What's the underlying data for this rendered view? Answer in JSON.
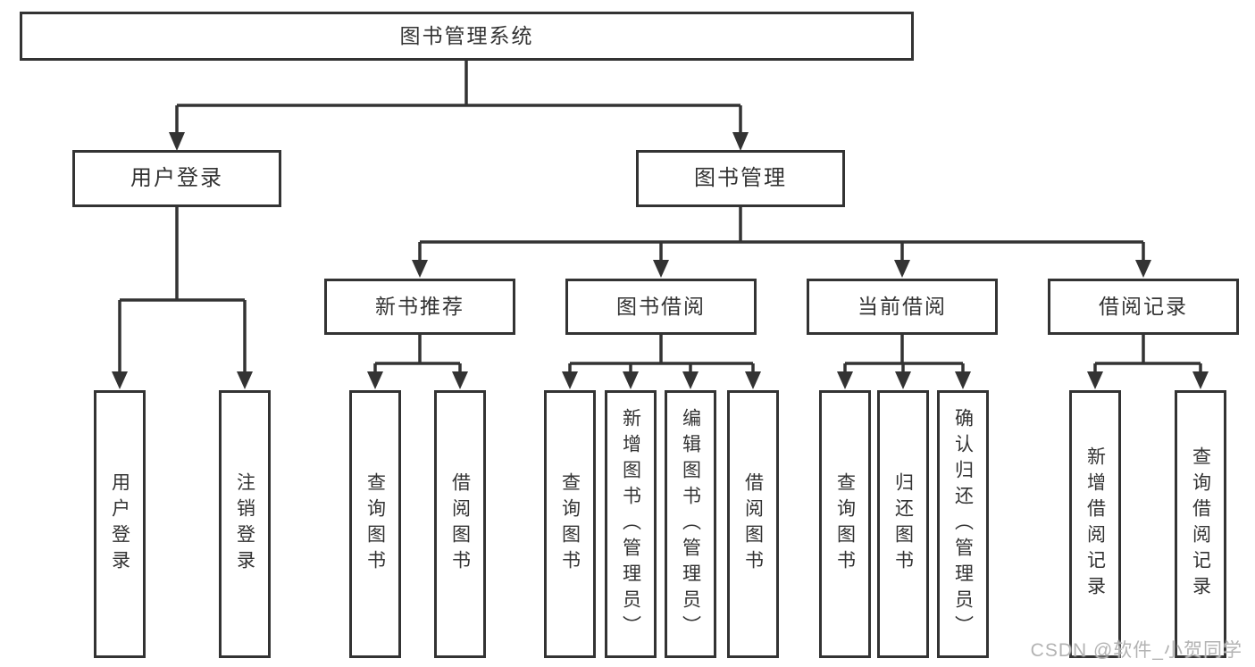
{
  "tree": {
    "root": {
      "label": "图书管理系统"
    },
    "branches": [
      {
        "label": "用户登录",
        "children": [
          {
            "label": "用户登录"
          },
          {
            "label": "注销登录"
          }
        ]
      },
      {
        "label": "图书管理",
        "children": [
          {
            "label": "新书推荐",
            "children": [
              {
                "label": "查询图书"
              },
              {
                "label": "借阅图书"
              }
            ]
          },
          {
            "label": "图书借阅",
            "children": [
              {
                "label": "查询图书"
              },
              {
                "label": "新增图书（管理员）"
              },
              {
                "label": "编辑图书（管理员）"
              },
              {
                "label": "借阅图书"
              }
            ]
          },
          {
            "label": "当前借阅",
            "children": [
              {
                "label": "查询图书"
              },
              {
                "label": "归还图书"
              },
              {
                "label": "确认归还（管理员）"
              }
            ]
          },
          {
            "label": "借阅记录",
            "children": [
              {
                "label": "新增借阅记录"
              },
              {
                "label": "查询借阅记录"
              }
            ]
          }
        ]
      }
    ]
  },
  "watermark": {
    "text": "CSDN @软件_小贺同学"
  },
  "colors": {
    "line": "#333333",
    "text": "#333333",
    "background": "#ffffff",
    "watermark": "#b3b3b3"
  }
}
